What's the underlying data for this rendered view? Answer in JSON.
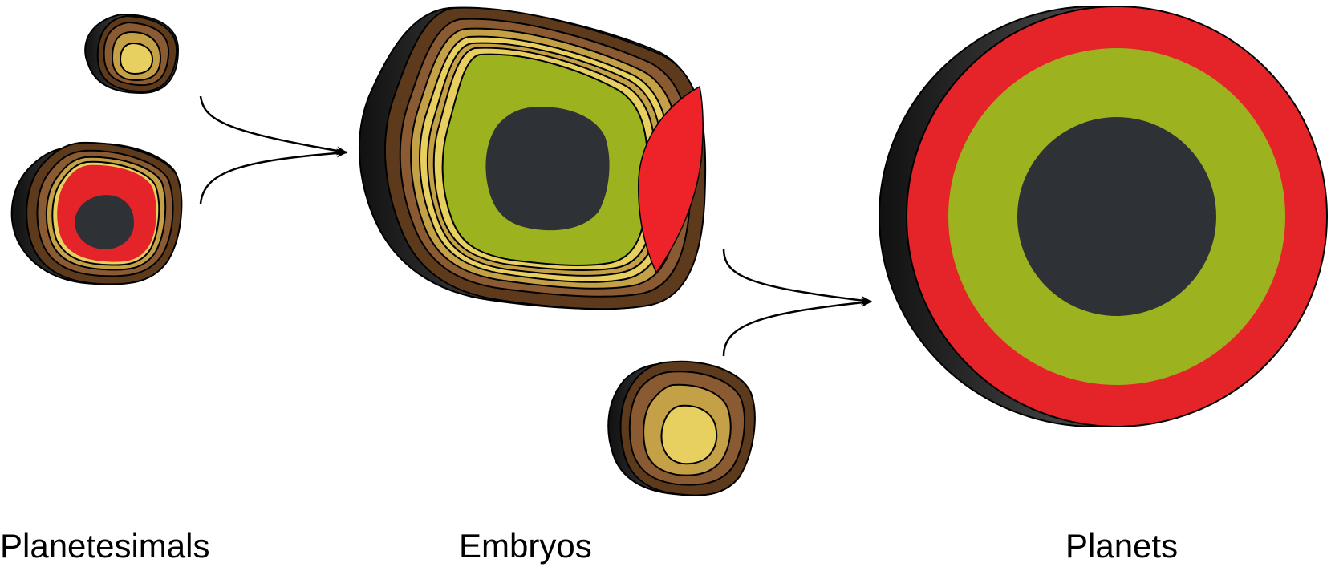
{
  "labels": {
    "planetesimals": "Planetesimals",
    "embryos": "Embryos",
    "planets": "Planets"
  },
  "colors": {
    "core": "#2e3236",
    "mantle_red": "#e42428",
    "mantle_green": "#9cb21f",
    "layer_pale_yellow": "#e8d060",
    "layer_ochre": "#c4a146",
    "layer_brown": "#8a5a32",
    "layer_dark_brown": "#5e3a1c",
    "shadow": "#3a3a3a",
    "outline": "#000000"
  }
}
